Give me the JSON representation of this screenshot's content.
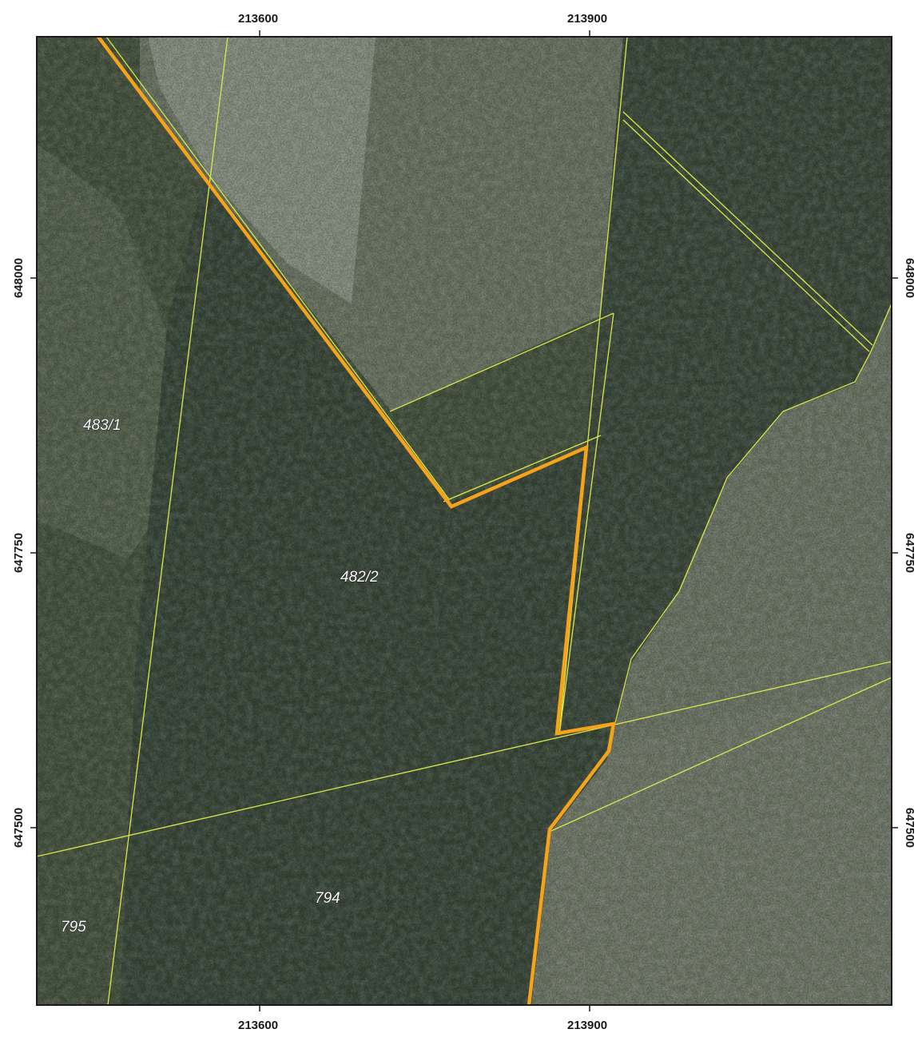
{
  "map": {
    "easting_ticks": [
      "213600",
      "213900"
    ],
    "northing_ticks": [
      "648000",
      "647750",
      "647500"
    ],
    "parcels": [
      {
        "id": "483-1",
        "label": "483/1"
      },
      {
        "id": "482-2",
        "label": "482/2"
      },
      {
        "id": "794",
        "label": "794"
      },
      {
        "id": "795",
        "label": "795"
      }
    ],
    "colors": {
      "boundary_highlight": "#f5a31a",
      "cadastral_lines": "#d9e84a",
      "forest": "#3c4a3c",
      "meadow": "#6d7866",
      "clearing": "#8d9685"
    }
  }
}
